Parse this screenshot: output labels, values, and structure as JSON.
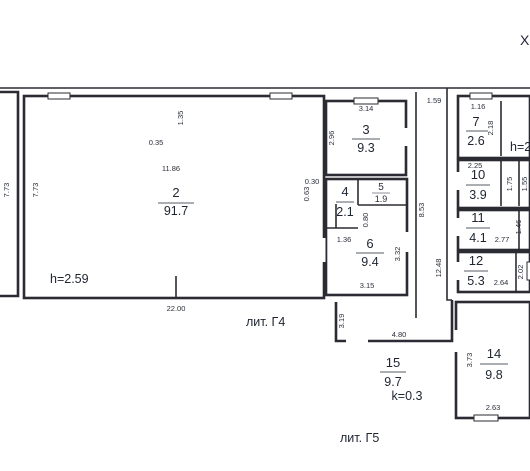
{
  "rooms": {
    "r2": {
      "num": "2",
      "area": "91.7"
    },
    "r3": {
      "num": "3",
      "area": "9.3"
    },
    "r4": {
      "num": "4",
      "area": "2.1"
    },
    "r5": {
      "num": "5",
      "area": "1.9"
    },
    "r6": {
      "num": "6",
      "area": "9.4"
    },
    "r7": {
      "num": "7",
      "area": "2.6"
    },
    "r10": {
      "num": "10",
      "area": "3.9"
    },
    "r11": {
      "num": "11",
      "area": "4.1"
    },
    "r12": {
      "num": "12",
      "area": "5.3"
    },
    "r14": {
      "num": "14",
      "area": "9.8"
    },
    "r15": {
      "num": "15",
      "area": "9.7"
    }
  },
  "dims": {
    "d773a": "7.73",
    "d773b": "7.73",
    "d135": "1.35",
    "d035": "0.35",
    "d1186": "11.86",
    "d2200": "22.00",
    "d030": "0.30",
    "d063": "0.63",
    "d314": "3.14",
    "d296": "2.96",
    "d159": "1.59",
    "d080": "0.80",
    "d136": "1.36",
    "d332": "3.32",
    "d315": "3.15",
    "d853": "8.53",
    "d116": "1.16",
    "d218": "2.18",
    "d225": "2.25",
    "d175": "1.75",
    "d155": "1.55",
    "d146": "1.46",
    "d277": "2.77",
    "d202": "2.02",
    "d264": "2.64",
    "d1248": "12.48",
    "d319": "3.19",
    "d480": "4.80",
    "d373": "3.73",
    "d263": "2.63"
  },
  "labels": {
    "height_main": "h=2.59",
    "height_right": "h=2",
    "coefficient": "k=0.3",
    "lit_g4": "лит. Г4",
    "lit_g5": "лит. Г5",
    "corner_mark": "X"
  }
}
